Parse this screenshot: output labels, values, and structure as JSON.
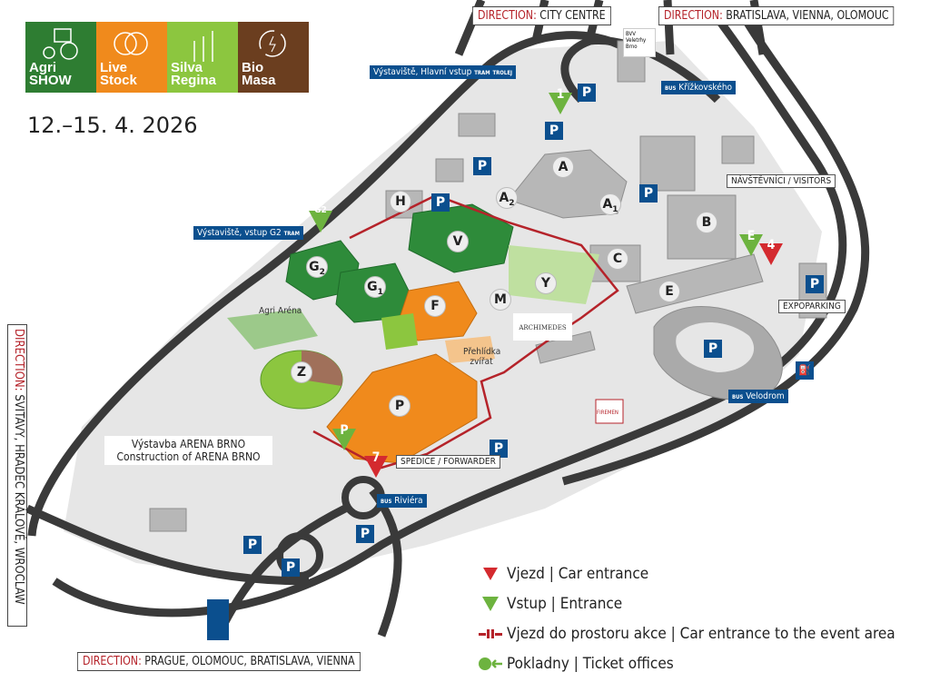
{
  "logos": [
    {
      "line1": "Agri",
      "line2": "SHOW",
      "color": "#2e7d32",
      "icon": "tractor-icon"
    },
    {
      "line1": "Live",
      "line2": "Stock",
      "color": "#f08a1c",
      "icon": "gender-symbols-icon"
    },
    {
      "line1": "Silva",
      "line2": "Regina",
      "color": "#8cc63f",
      "icon": "trees-icon"
    },
    {
      "line1": "Bio",
      "line2": "Masa",
      "color": "#6b3e1f",
      "icon": "energy-cycle-icon"
    }
  ],
  "date": "12.–15. 4. 2026",
  "directions": {
    "prefix": "DIRECTION:",
    "city": "CITY CENTRE",
    "east": "BRATISLAVA, VIENNA, OLOMOUC",
    "north_west": "SVITAVY, HRADEC KRÁLOVÉ, WROCLAW",
    "south": "PRAGUE, OLOMOUC, BRATISLAVA, VIENNA"
  },
  "halls": {
    "A": "A",
    "A1": "A",
    "A2": "A",
    "H": "H",
    "V": "V",
    "B": "B",
    "C": "C",
    "E": "E",
    "Y": "Y",
    "M": "M",
    "F": "F",
    "G1": "G",
    "G2": "G",
    "Z": "Z",
    "P": "P",
    "sub1": "1",
    "sub2": "2"
  },
  "entrances": {
    "e1": "1",
    "g2": "G2",
    "e": "E",
    "car4": "4",
    "car7": "7",
    "p": "P"
  },
  "parking": "P",
  "stops": {
    "main": "Výstaviště, Hlavní vstup",
    "g2": "Výstaviště, vstup G2",
    "krizkovskeho": "Křížkovského",
    "velodrom": "Velodrom",
    "riviera": "Riviéra",
    "tram": "TRAM",
    "trolej": "TROLEJ",
    "bus": "BUS"
  },
  "labels": {
    "visitors": "NÁVŠTĚVNÍCI / VISITORS",
    "expoparking": "EXPOPARKING",
    "forwarder": "SPEDICE / FORWARDER",
    "firemen": "FIREMEN",
    "agri_arena": "Agri Aréna",
    "prehlidka": "Přehlídka zvířat",
    "arena1": "Výstavba ARENA BRNO",
    "arena2": "Construction of ARENA BRNO",
    "archimedes": "ARCHIMEDES",
    "bvv": "BVV Veletrhy Brno"
  },
  "legend": [
    {
      "icon": "car-entrance-icon",
      "label": "Vjezd | Car entrance"
    },
    {
      "icon": "entrance-icon",
      "label": "Vstup | Entrance"
    },
    {
      "icon": "event-area-entrance-icon",
      "label": "Vjezd do prostoru akce | Car entrance to the event area"
    },
    {
      "icon": "ticket-office-icon",
      "label": "Pokladny | Ticket offices"
    }
  ],
  "colors": {
    "parking": "#0b4f8e",
    "entrance": "#6db33f",
    "car_entrance": "#d42a2f",
    "route": "#b5232a",
    "road": "#3a3a3a"
  }
}
